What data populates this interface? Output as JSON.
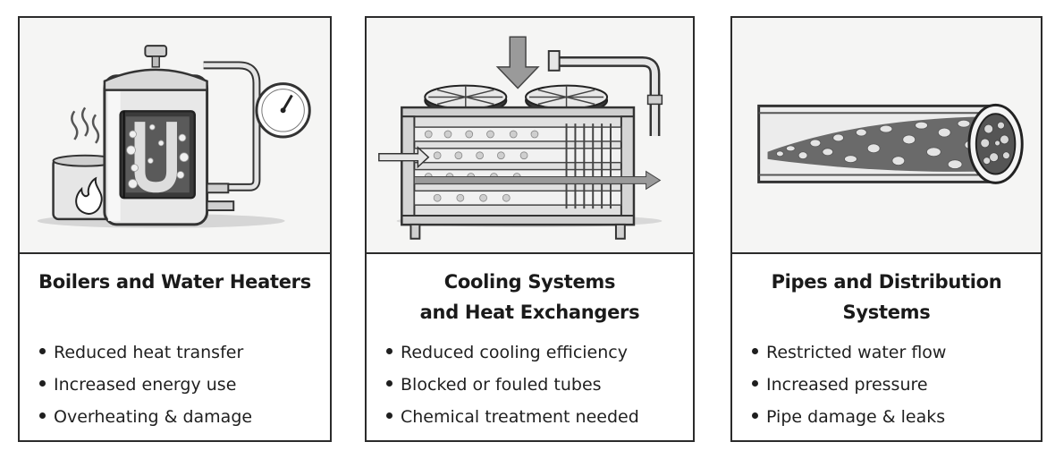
{
  "panels": [
    {
      "title_lines": [
        "Boilers and Water Heaters"
      ],
      "bullets": [
        "Reduced heat transfer",
        "Increased energy use",
        "Overheating & damage"
      ],
      "icon": "boiler-icon"
    },
    {
      "title_lines": [
        "Cooling Systems",
        "and Heat Exchangers"
      ],
      "bullets": [
        "Reduced cooling efficiency",
        "Blocked or fouled tubes",
        "Chemical treatment needed"
      ],
      "icon": "heat-exchanger-icon"
    },
    {
      "title_lines": [
        "Pipes and Distribution",
        "Systems"
      ],
      "bullets": [
        "Restricted water flow",
        "Increased pressure",
        "Pipe damage & leaks"
      ],
      "icon": "scaled-pipe-icon"
    }
  ],
  "colors": {
    "border": "#2b2b2b",
    "illustration_bg": "#f5f5f4",
    "text": "#1a1a1a"
  }
}
